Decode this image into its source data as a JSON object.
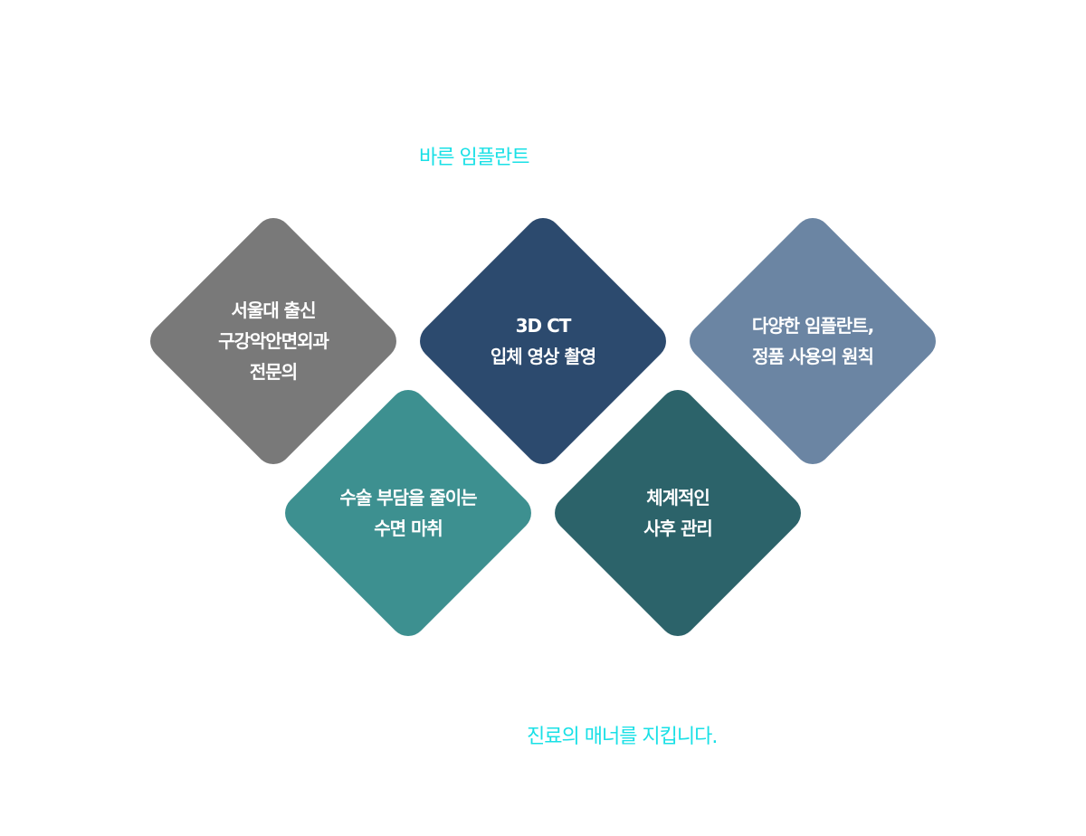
{
  "heading": "바른 임플란트",
  "footer": "진료의 매너를 지킵니다.",
  "colors": {
    "caption": "#19e0e6",
    "text": "#ffffff"
  },
  "diamonds": [
    {
      "lines": [
        "서울대 출신",
        "구강악안면외과",
        "전문의"
      ],
      "color": "#797979"
    },
    {
      "lines": [
        "3D CT",
        "입체 영상 촬영"
      ],
      "color": "#2c4a6e"
    },
    {
      "lines": [
        "다양한 임플란트,",
        "정품 사용의 원칙"
      ],
      "color": "#6b85a3"
    },
    {
      "lines": [
        "수술 부담을 줄이는",
        "수면 마취"
      ],
      "color": "#3d9090"
    },
    {
      "lines": [
        "체계적인",
        "사후 관리"
      ],
      "color": "#2c636a"
    }
  ]
}
